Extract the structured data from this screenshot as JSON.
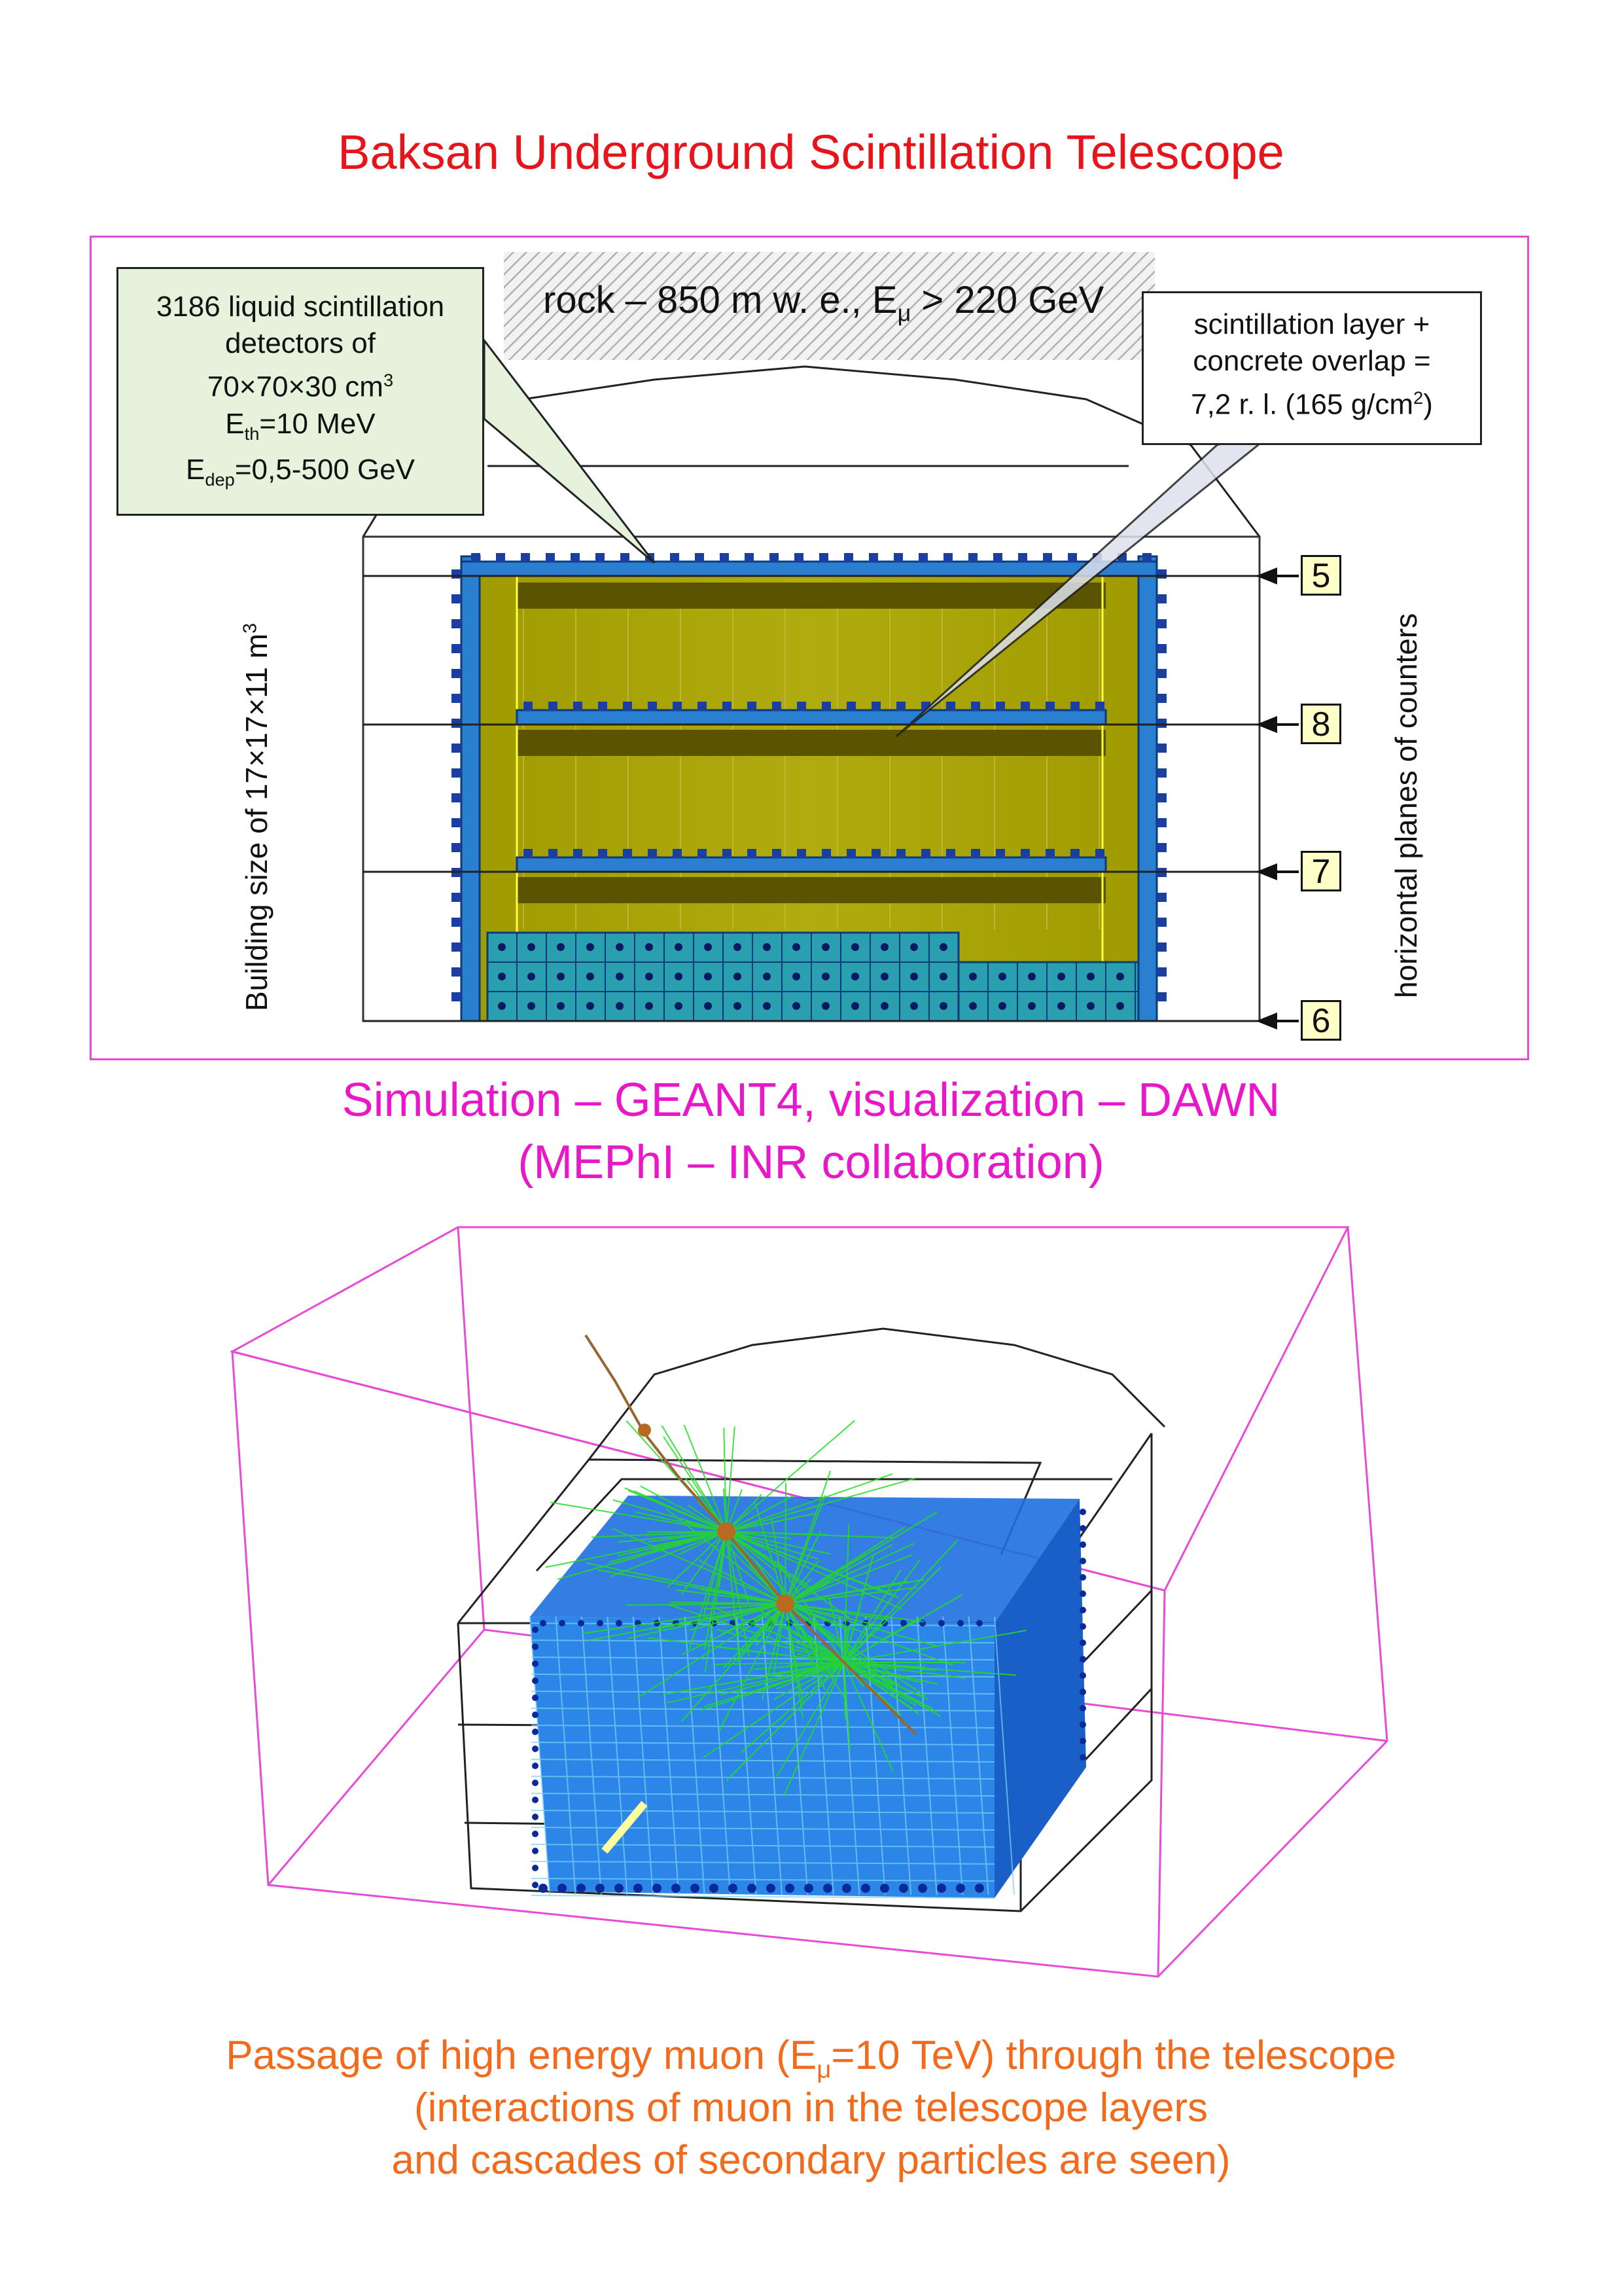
{
  "title": "Baksan Underground Scintillation Telescope",
  "rock_label": "rock – 850 m w. e., E",
  "rock_sub": "μ",
  "rock_rest": " > 220 GeV",
  "callout_left": {
    "line1": "3186 liquid scintillation",
    "line2": "detectors of",
    "line3": "70×70×30 cm",
    "line3_sup": "3",
    "line4_pre": "E",
    "line4_sub": "th",
    "line4_post": "=10 MeV",
    "line5_pre": "E",
    "line5_sub": "dep",
    "line5_post": "=0,5-500 GeV"
  },
  "callout_right": {
    "line1": "scintillation layer +",
    "line2": "concrete overlap =",
    "line3": "7,2 r. l. (165 g/cm",
    "line3_sup": "2",
    "line3_end": ")"
  },
  "plane_numbers": [
    "5",
    "8",
    "7",
    "6"
  ],
  "building_label": "Building size of  17×17×11 m",
  "building_sup": "3",
  "planes_label": "horizontal planes of counters",
  "simulation_line1": "Simulation – GEANT4, visualization – DAWN",
  "simulation_line2": "(MEPhI – INR collaboration)",
  "caption": {
    "line1_pre": "Passage of high energy muon (E",
    "line1_sub": "μ",
    "line1_post": "=10 TeV)  through  the telescope",
    "line2": "(interactions of muon in the telescope layers",
    "line3": "and cascades of secondary particles are seen)"
  },
  "colors": {
    "title": "#e8141c",
    "simulation": "#e817c8",
    "caption": "#f26b1d",
    "frame": "#e84ad8",
    "detector_fill": "#a8a400",
    "counter_blue": "#2a7fd0",
    "cascade_green": "#22dd22"
  }
}
